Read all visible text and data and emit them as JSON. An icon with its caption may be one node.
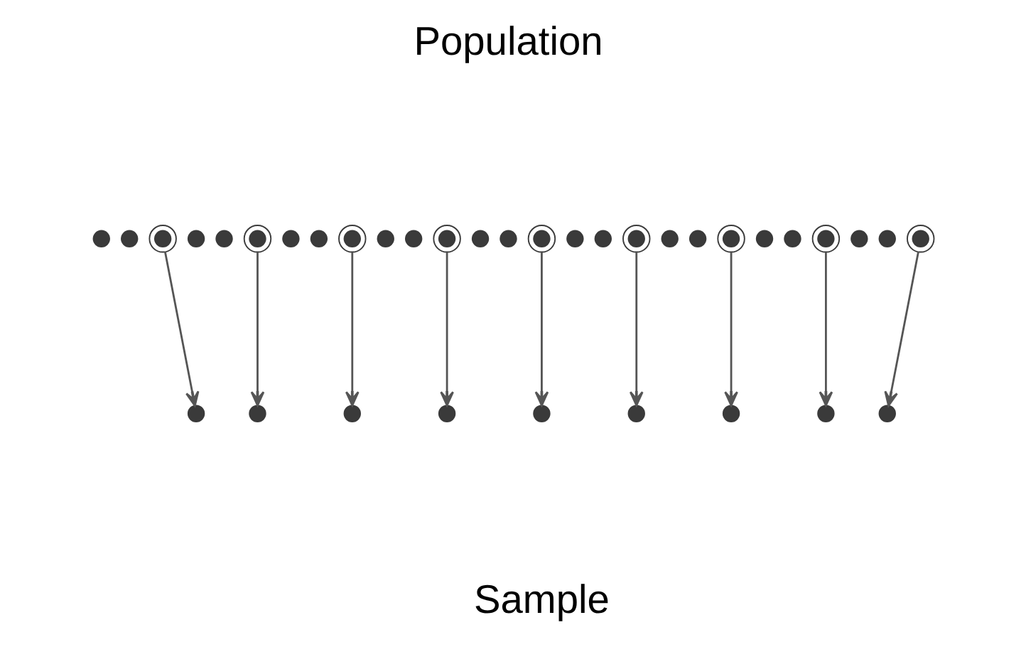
{
  "diagram": {
    "nodes": [
      {
        "text": [],
        "shape": "circle"
      },
      {
        "text": [],
        "shape": "circle"
      },
      {
        "text": [],
        "shape": "ring"
      },
      {
        "text": [],
        "shape": "circle"
      },
      {
        "text": [],
        "shape": "circle"
      },
      {
        "text": [],
        "shape": "ring"
      },
      {
        "text": [],
        "shape": "circle"
      },
      {
        "text": [],
        "shape": "circle"
      },
      {
        "text": [],
        "shape": "ring"
      },
      {
        "text": [],
        "shape": "circle"
      },
      {
        "text": [],
        "shape": "circle"
      },
      {
        "text": [],
        "shape": "ring"
      },
      {
        "text": [],
        "shape": "circle"
      },
      {
        "text": [],
        "shape": "circle"
      },
      {
        "text": [],
        "shape": "ring"
      },
      {
        "text": [],
        "shape": "circle"
      },
      {
        "text": [],
        "shape": "circle"
      },
      {
        "text": [],
        "shape": "ring"
      },
      {
        "text": [],
        "shape": "circle"
      },
      {
        "text": [],
        "shape": "circle"
      },
      {
        "text": [],
        "shape": "ring"
      },
      {
        "text": [],
        "shape": "circle"
      },
      {
        "text": [],
        "shape": "circle"
      },
      {
        "text": [],
        "shape": "ring"
      },
      {
        "text": [],
        "shape": "circle"
      },
      {
        "text": [],
        "shape": "circle"
      },
      {
        "text": [],
        "shape": "ring"
      },
      {
        "text": [],
        "shape": "circle"
      },
      {
        "text": [],
        "shape": "circle"
      },
      {
        "text": [],
        "shape": "circle"
      },
      {
        "text": [],
        "shape": "circle"
      },
      {
        "text": [],
        "shape": "circle"
      },
      {
        "text": [],
        "shape": "circle"
      },
      {
        "text": [],
        "shape": "circle"
      },
      {
        "text": [],
        "shape": "circle"
      },
      {
        "text": [],
        "shape": "circle"
      }
    ],
    "edges": [
      {
        "from": 2,
        "to": 27,
        "arrow": "to"
      },
      {
        "from": 5,
        "to": 28,
        "arrow": "to"
      },
      {
        "from": 8,
        "to": 29,
        "arrow": "to"
      },
      {
        "from": 11,
        "to": 30,
        "arrow": "to"
      },
      {
        "from": 14,
        "to": 31,
        "arrow": "to"
      },
      {
        "from": 17,
        "to": 32,
        "arrow": "to"
      },
      {
        "from": 20,
        "to": 33,
        "arrow": "to"
      },
      {
        "from": 23,
        "to": 34,
        "arrow": "to"
      },
      {
        "from": 26,
        "to": 35,
        "arrow": "to"
      }
    ],
    "labels": [
      "Population",
      "Sample"
    ]
  }
}
